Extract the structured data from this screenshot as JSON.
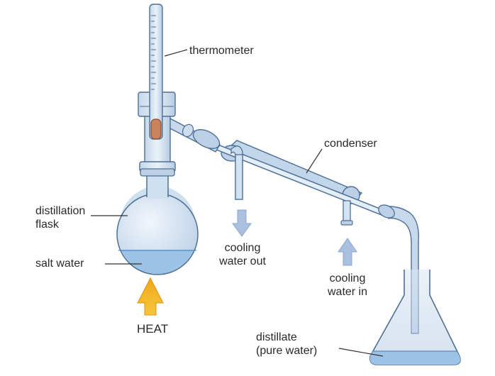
{
  "labels": {
    "thermometer": "thermometer",
    "condenser": "condenser",
    "distillation_flask": [
      "distillation",
      "flask"
    ],
    "salt_water": "salt water",
    "heat": "HEAT",
    "cooling_water_out": [
      "cooling",
      "water out"
    ],
    "cooling_water_in": [
      "cooling",
      "water in"
    ],
    "distillate": [
      "distillate",
      "(pure water)"
    ]
  },
  "colors": {
    "glass": "#b7cde4",
    "glass_outline": "#4e6f96",
    "liquid": "#9cc3e6",
    "thermometer_bulb": "#c9825c",
    "heat_arrow": "#f2b21c",
    "water_arrow": "#a9c0de",
    "leader_line": "#333333"
  }
}
